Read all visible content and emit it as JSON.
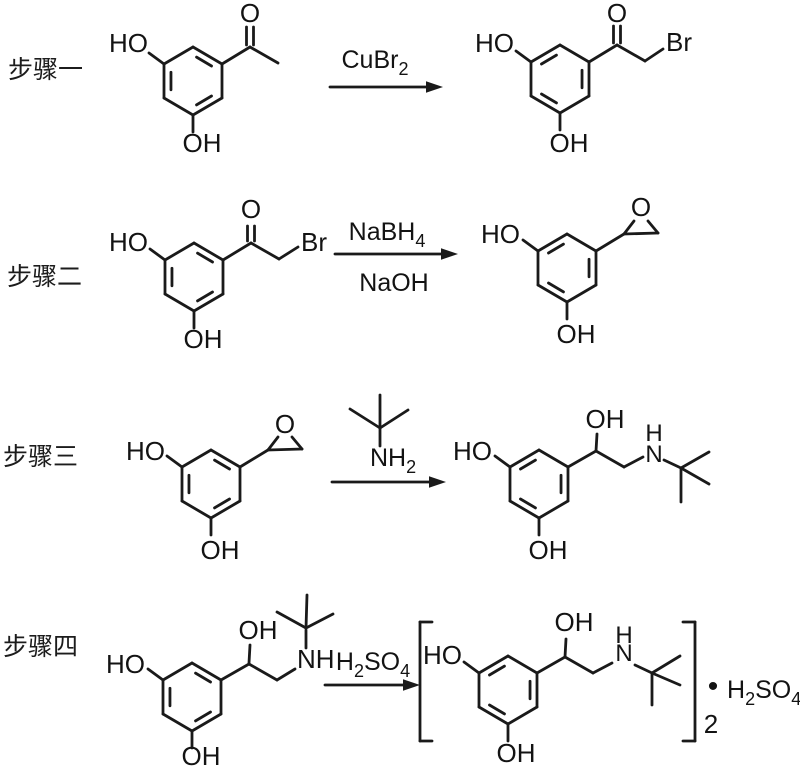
{
  "colors": {
    "background": "#ffffff",
    "ink": "#1a1a1a"
  },
  "step1": {
    "label": "步骤一",
    "reactant": {
      "ho": "HO",
      "o": "O",
      "oh": "OH"
    },
    "reagent_above": [
      {
        "t": "CuBr"
      },
      {
        "t": "2",
        "sub": true
      }
    ],
    "product": {
      "ho": "HO",
      "o": "O",
      "br": "Br",
      "oh": "OH"
    }
  },
  "step2": {
    "label": "步骤二",
    "reactant": {
      "ho": "HO",
      "o": "O",
      "br": "Br",
      "oh": "OH"
    },
    "reagent_above": [
      {
        "t": "NaBH"
      },
      {
        "t": "4",
        "sub": true
      }
    ],
    "reagent_below": "NaOH",
    "product": {
      "ho": "HO",
      "o": "O",
      "oh": "OH"
    }
  },
  "step3": {
    "label": "步骤三",
    "reactant": {
      "ho": "HO",
      "o": "O",
      "oh": "OH"
    },
    "reagent_amine": [
      {
        "t": "NH"
      },
      {
        "t": "2",
        "sub": true
      }
    ],
    "product": {
      "ho": "HO",
      "oh_top": "OH",
      "h": "H",
      "n": "N",
      "oh_bottom": "OH"
    }
  },
  "step4": {
    "label": "步骤四",
    "reactant": {
      "ho": "HO",
      "oh_top": "OH",
      "nh": "NH",
      "oh_bottom": "OH"
    },
    "reagent_above": [
      {
        "t": "H"
      },
      {
        "t": "2",
        "sub": true
      },
      {
        "t": "SO"
      },
      {
        "t": "4",
        "sub": true
      }
    ],
    "product": {
      "ho": "HO",
      "oh_top": "OH",
      "h": "H",
      "n": "N",
      "oh_bottom": "OH",
      "multiplier": "2",
      "dot": "•",
      "salt": [
        {
          "t": "H"
        },
        {
          "t": "2",
          "sub": true
        },
        {
          "t": "SO"
        },
        {
          "t": "4",
          "sub": true
        }
      ]
    }
  }
}
